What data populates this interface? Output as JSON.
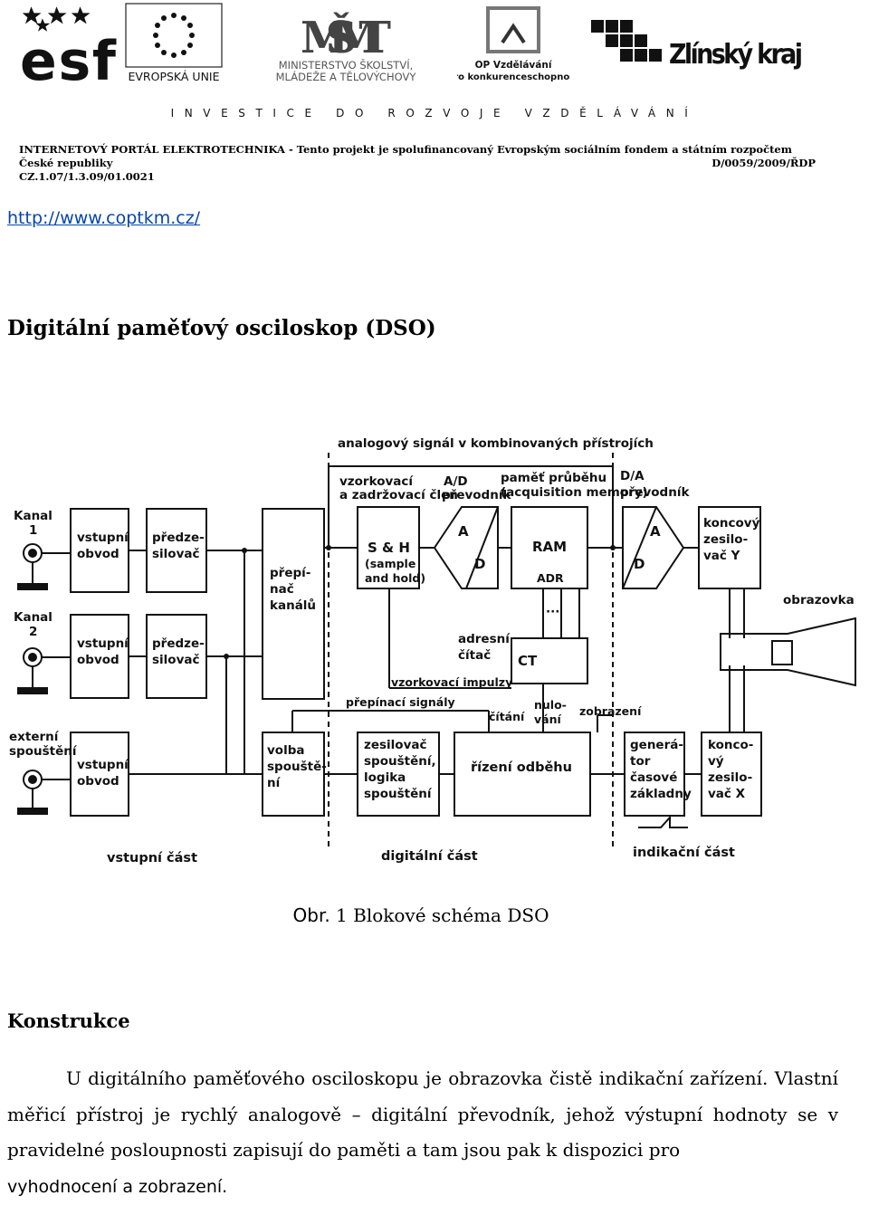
{
  "logos": {
    "esf": "esf",
    "eu": "EVROPSKÁ UNIE",
    "msmt_big": "MŠMT",
    "msmt_l1": "MINISTERSTVO ŠKOLSTVÍ,",
    "msmt_l2": "MLÁDEŽE A TĚLOVÝCHOVY",
    "op_l1": "OP Vzdělávání",
    "op_l2": "pro konkurenceschopnost",
    "zlin": "Zlínský kraj"
  },
  "header": {
    "invest": "INVESTICE DO ROZVOJE VZDĚLÁVÁNÍ",
    "project_line1": "INTERNETOVÝ PORTÁL ELEKTROTECHNIKA - Tento projekt je spolufinancovaný Evropským sociálním fondem a státním rozpočtem České republiky",
    "project_code": "CZ.1.07/1.3.09/01.0021",
    "project_ref": "D/0059/2009/ŘDP"
  },
  "url": "http://www.coptkm.cz/",
  "title": "Digitální paměťový osciloskop (DSO)",
  "diagram": {
    "top_label": "analogový signál v kombinovaných přístrojích",
    "kanal1_a": "Kanal",
    "kanal1_b": "1",
    "kanal2_a": "Kanal",
    "kanal2_b": "2",
    "ext_a": "externí",
    "ext_b": "spouštění",
    "vstupni_a": "vstupní",
    "vstupni_b": "obvod",
    "predze_a": "předze-",
    "predze_b": "silovač",
    "prep_a": "přepí-",
    "prep_b": "nač",
    "prep_c": "kanálů",
    "vzork_a": "vzorkovací",
    "vzork_b": "a zadržovací člen",
    "ad_a": "A/D",
    "ad_b": "převodník",
    "pamet_a": "paměť průběhu",
    "pamet_b": "(acquisition memory)",
    "da_a": "D/A",
    "da_b": "převodník",
    "sh_a": "S & H",
    "sh_b": "(sample",
    "sh_c": "and hold)",
    "A": "A",
    "D": "D",
    "ram": "RAM",
    "adr": "ADR",
    "dots": "···",
    "koncY_a": "koncový",
    "koncY_b": "zesilo-",
    "koncY_c": "vač Y",
    "obrazovka": "obrazovka",
    "adresni_a": "adresní",
    "adresni_b": "čítač",
    "ct": "CT",
    "vzork_imp": "vzorkovací impulzy",
    "prep_sig": "přepínací signály",
    "citani": "čítání",
    "nulo_a": "nulo-",
    "nulo_b": "vání",
    "zobrazeni": "zobrazení",
    "volba_a": "volba",
    "volba_b": "spouště-",
    "volba_c": "ní",
    "zesilovac_a": "zesilovač",
    "zesilovac_b": "spouštění,",
    "zesilovac_c": "logika",
    "zesilovac_d": "spouštění",
    "rizeni": "řízení odběhu",
    "gen_a": "generá-",
    "gen_b": "tor",
    "gen_c": "časové",
    "gen_d": "základny",
    "koncX_a": "konco-",
    "koncX_b": "vý",
    "koncX_c": "zesilo-",
    "koncX_d": "vač X",
    "vstupni_cast": "vstupní část",
    "digitalni_cast": "digitální část",
    "indikacni_cast": "indikační část"
  },
  "caption": {
    "prefix": "Obr.",
    "text": " 1 Blokové schéma DSO"
  },
  "section": {
    "heading": "Konstrukce",
    "para_main": "U digitálního paměťového osciloskopu je obrazovka čistě indikační zařízení. Vlastní měřicí přístroj je rychlý analogově – digitální převodník, jehož výstupní hodnoty se v pravidelné posloupnosti zapisují do paměti a tam jsou pak k dispozici pro",
    "para_last": "vyhodnocení a zobrazení."
  }
}
